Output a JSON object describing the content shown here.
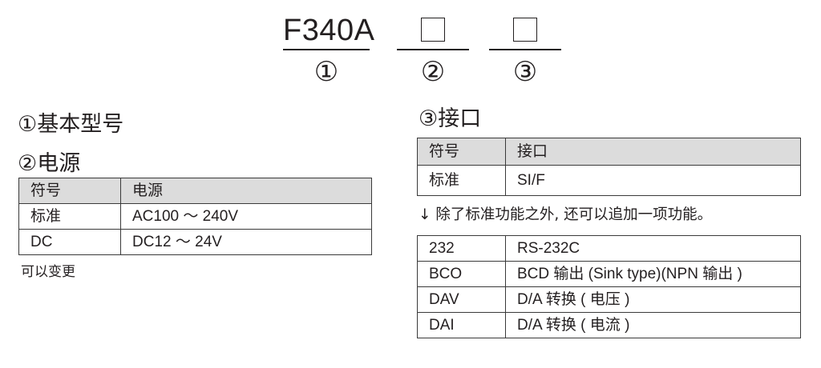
{
  "model_code": {
    "base": "F340A",
    "slots": [
      "□",
      "□"
    ],
    "position_labels": [
      "①",
      "②",
      "③"
    ]
  },
  "section1": {
    "title": "①基本型号"
  },
  "section2": {
    "title": "②电源",
    "table": {
      "headers": [
        "符号",
        "电源"
      ],
      "rows": [
        [
          "标准",
          "AC100 ～ 240V"
        ],
        [
          "DC",
          "DC12 ～ 24V"
        ]
      ]
    },
    "note": "可以变更"
  },
  "section3": {
    "title": "③接口",
    "table": {
      "headers": [
        "符号",
        "接口"
      ],
      "rows": [
        [
          "标准",
          "SI/F"
        ]
      ]
    },
    "note": "↓ 除了标准功能之外, 还可以追加一项功能。",
    "options_table": {
      "rows": [
        [
          "232",
          "RS-232C"
        ],
        [
          "BCO",
          "BCD 输出 (Sink type)(NPN 输出 )"
        ],
        [
          "DAV",
          "D/A 转换 ( 电压 )"
        ],
        [
          "DAI",
          "D/A 转换 ( 电流 )"
        ]
      ]
    }
  }
}
